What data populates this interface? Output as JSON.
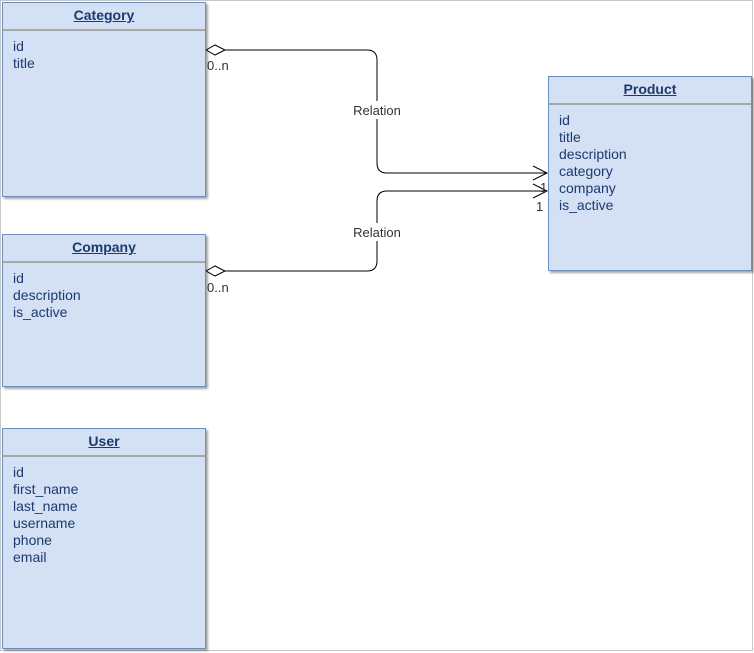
{
  "entities": {
    "category": {
      "title": "Category",
      "fields": [
        "id",
        "title"
      ]
    },
    "company": {
      "title": "Company",
      "fields": [
        "id",
        "description",
        "is_active"
      ]
    },
    "user": {
      "title": "User",
      "fields": [
        "id",
        "first_name",
        "last_name",
        "username",
        "phone",
        "email"
      ]
    },
    "product": {
      "title": "Product",
      "fields": [
        "id",
        "title",
        "description",
        "category",
        "company",
        "is_active"
      ]
    }
  },
  "relations": [
    {
      "label": "Relation",
      "source_multiplicity": "0..n",
      "target_multiplicity": "1"
    },
    {
      "label": "Relation",
      "source_multiplicity": "0..n",
      "target_multiplicity": "1"
    }
  ],
  "colors": {
    "box_fill": "#d4e1f5",
    "box_border": "#6c8ebf",
    "text": "#1c3a6e",
    "line": "#000000"
  }
}
